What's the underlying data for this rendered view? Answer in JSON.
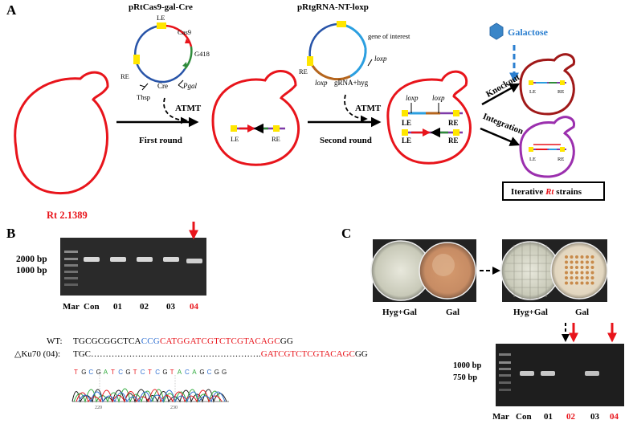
{
  "panels": {
    "A": {
      "letter": "A",
      "plasmid1": {
        "title": "pRtCas9-gal-Cre",
        "labels": [
          "LE",
          "Cas9",
          "G418",
          "Pgal",
          "Cre",
          "Thsp",
          "RE"
        ]
      },
      "plasmid2": {
        "title": "pRtgRNA-NT-loxp",
        "labels": [
          "gene of interest",
          "loxp",
          "gRNA+hyg",
          "loxp",
          "RE"
        ]
      },
      "strain": "Rt 2.1389",
      "atmt1": "ATMT",
      "round1": "First round",
      "atmt2": "ATMT",
      "round2": "Second round",
      "cell2_labels": [
        "LE",
        "RE"
      ],
      "cell3_labels": {
        "loxp1": "loxp",
        "loxp2": "loxp",
        "le1": "LE",
        "re1": "RE",
        "le2": "LE",
        "re2": "RE"
      },
      "galactose": "Galactose",
      "knockout": "Knockout",
      "integration": "Integration",
      "mini_labels": [
        "LE",
        "RE",
        "LE",
        "RE"
      ],
      "iterative_prefix": "Iterative ",
      "iterative_em": "Rt",
      "iterative_suffix": " strains"
    },
    "B": {
      "letter": "B",
      "ladder": [
        "2000 bp",
        "1000 bp"
      ],
      "lanes": [
        "Mar",
        "Con",
        "01",
        "02",
        "03",
        "04"
      ],
      "wt_label": "WT:",
      "wt_seq_black": "TGCGCGGCTCA",
      "wt_seq_blue": "CCG",
      "wt_seq_red": "CATGGATCGTCTCGTACAGC",
      "wt_seq_end": "GG",
      "mut_label": "△Ku70 (04):",
      "mut_seq_black": "TGC………………………………………………….",
      "mut_seq_red": "GATCGTCTCGTACAGC",
      "mut_seq_end": "GG",
      "trace_bases": [
        "T",
        "G",
        "C",
        "G",
        "A",
        "T",
        "C",
        "G",
        "T",
        "C",
        "T",
        "C",
        "G",
        "T",
        "A",
        "C",
        "A",
        "G",
        "C",
        "G",
        "G"
      ],
      "trace_ticks": [
        "220",
        "230"
      ]
    },
    "C": {
      "letter": "C",
      "plates": [
        "Hyg+Gal",
        "Gal",
        "Hyg+Gal",
        "Gal"
      ],
      "ladder": [
        "1000 bp",
        "750 bp"
      ],
      "lanes": [
        "Mar",
        "Con",
        "01",
        "02",
        "03",
        "04"
      ]
    }
  },
  "colors": {
    "red": "#e8141b",
    "blue": "#2b7fd0",
    "purple": "#9b2fae",
    "dark_red": "#a01818",
    "seq_blue": "#2e6fd1"
  }
}
